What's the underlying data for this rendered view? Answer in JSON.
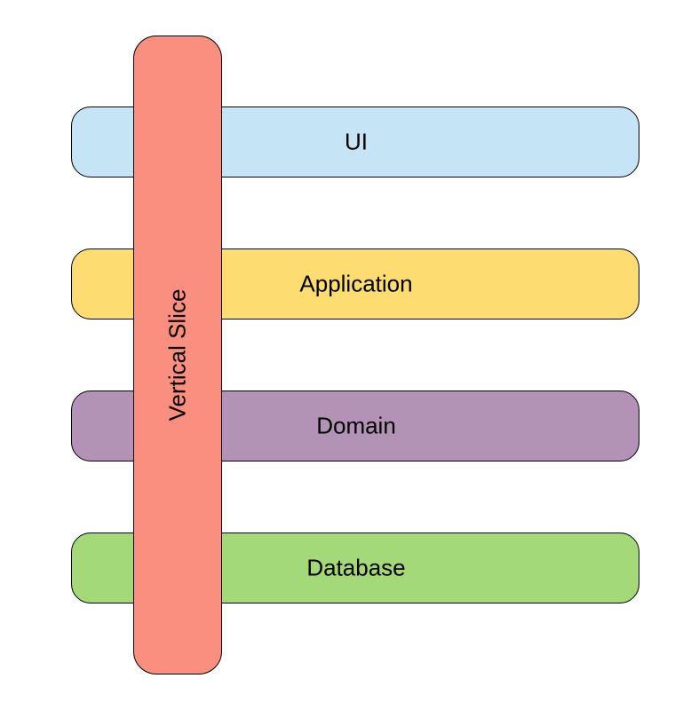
{
  "layers": [
    {
      "label": "UI",
      "color": "#c5e4f5"
    },
    {
      "label": "Application",
      "color": "#fddc72"
    },
    {
      "label": "Domain",
      "color": "#b393b5"
    },
    {
      "label": "Database",
      "color": "#a4d97a"
    }
  ],
  "slice": {
    "label": "Vertical Slice",
    "color": "#fa8e7f"
  }
}
